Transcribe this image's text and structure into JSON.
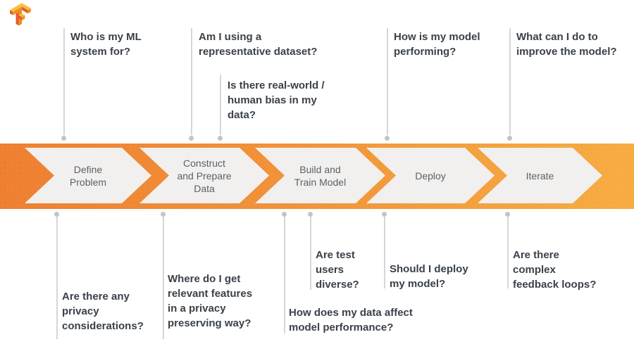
{
  "logo": {
    "name": "TensorFlow"
  },
  "band": {
    "gradient_start": "#EE7F31",
    "gradient_end": "#F7AC42",
    "chevron_fill": "#F1F0EE"
  },
  "colors": {
    "question_text": "#3A4149",
    "stage_text": "#5B6167",
    "connector_line": "#D6D6D6",
    "connector_dot": "#C2C4C6",
    "logo_dark_orange": "#E55B2D",
    "logo_mid_orange": "#ED8E24",
    "logo_light_orange": "#F8BF3C"
  },
  "stages": [
    {
      "label": "Define\nProblem"
    },
    {
      "label": "Construct\nand Prepare\nData"
    },
    {
      "label": "Build and\nTrain Model"
    },
    {
      "label": "Deploy"
    },
    {
      "label": "Iterate"
    }
  ],
  "questions_top": [
    {
      "text": "Who is my ML\nsystem for?"
    },
    {
      "text": "Am I using a\nrepresentative dataset?"
    },
    {
      "text": "Is there real-world /\nhuman bias in my\ndata?"
    },
    {
      "text": "How is my model\nperforming?"
    },
    {
      "text": "What can I do to\nimprove the model?"
    }
  ],
  "questions_bottom": [
    {
      "text": "Are there any\nprivacy\nconsiderations?"
    },
    {
      "text": "Where do I get\nrelevant features\nin a privacy\npreserving way?"
    },
    {
      "text": "How does my data affect\nmodel performance?"
    },
    {
      "text": "Are test\nusers\ndiverse?"
    },
    {
      "text": "Should I deploy\nmy model?"
    },
    {
      "text": "Are there\ncomplex\nfeedback loops?"
    }
  ]
}
